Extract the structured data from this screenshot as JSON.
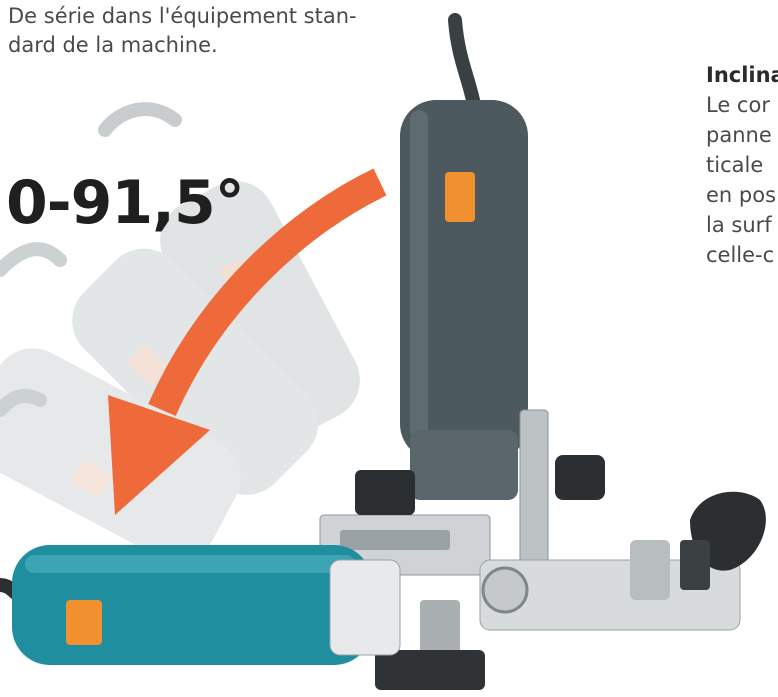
{
  "caption": {
    "line1": "De série dans l'équipement stan-",
    "line2": "dard de la machine."
  },
  "side_text": {
    "heading": "Inclina",
    "lines": [
      "Le cor",
      "panne",
      "ticale",
      "en pos",
      "la surf",
      "celle-c"
    ]
  },
  "angle_label": "0-91,5°",
  "colors": {
    "arrow": "#ee6a3a",
    "motor_blue": "#1f8fa0",
    "motor_grey": "#4c5a60",
    "switch_orange": "#f2912f",
    "ghost": "#c9ced0"
  },
  "icons": {
    "illustration": "router-machine-illustration",
    "arrow": "curved-arrow-icon"
  }
}
